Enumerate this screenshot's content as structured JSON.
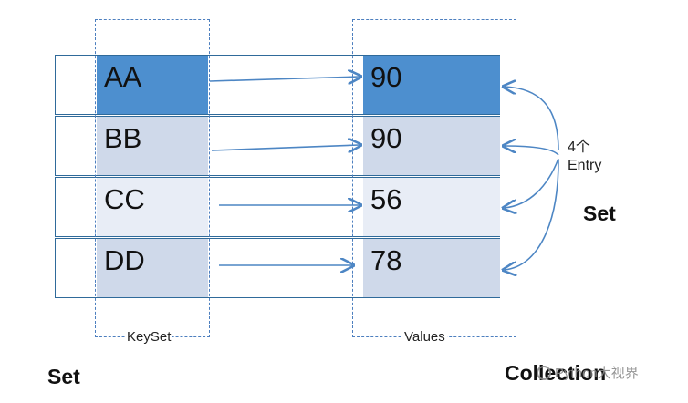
{
  "rows": [
    {
      "key": "AA",
      "value": "90"
    },
    {
      "key": "BB",
      "value": "90"
    },
    {
      "key": "CC",
      "value": "56"
    },
    {
      "key": "DD",
      "value": "78"
    }
  ],
  "labels": {
    "keyset": "KeySet",
    "values": "Values",
    "entry_count": "4个",
    "entry": "Entry",
    "right_set": "Set",
    "bottom_set": "Set",
    "bottom_collection": "Collection",
    "watermark": "Python大视界"
  },
  "colors": {
    "row_frame": "#2f6a9a",
    "highlight": "#4d8fcf",
    "mid_fill": "#cfd9ea",
    "light_fill": "#e8edf6",
    "arrow": "#4d86c4",
    "dashed_border": "#4d7fbf"
  }
}
